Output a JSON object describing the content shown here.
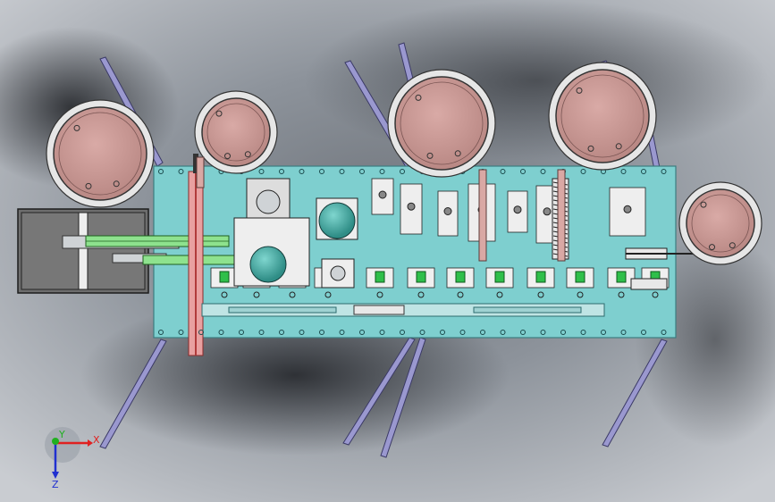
{
  "viewport": {
    "background_top": "#bfc3c9",
    "background_mid": "#8d939b",
    "background_dark": "#2e3136"
  },
  "colors": {
    "plate": "#7ecfcf",
    "plate_edge": "#3c7d80",
    "bowl": "#cc9a96",
    "bowl_rim": "#e6e6e6",
    "leg": "#9a98cf",
    "rail_red": "#e07b7b",
    "part_green": "#2fbf4a",
    "motor_gray": "#6e6e6e",
    "axis_x": "#e02020",
    "axis_y": "#20b020",
    "axis_z": "#2030d0"
  },
  "triad": {
    "x_label": "X",
    "y_label": "Y",
    "z_label": "Z",
    "icon": "coordinate-triad-icon"
  }
}
